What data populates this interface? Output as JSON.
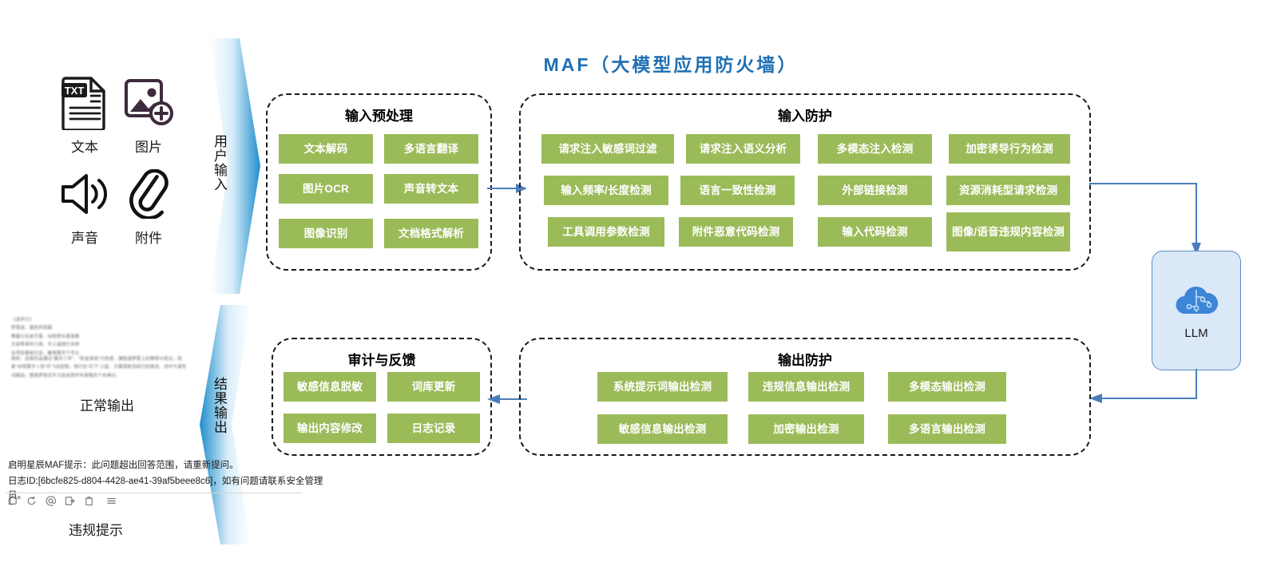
{
  "diagram": {
    "title": "MAF（大模型应用防火墙）",
    "accent_blue": "#1f6fb5",
    "chip_green": "#9bbb59",
    "connector_blue": "#4a7ebb"
  },
  "inputs": {
    "items": [
      {
        "label": "文本",
        "icon": "text-file-icon"
      },
      {
        "label": "图片",
        "icon": "image-add-icon"
      },
      {
        "label": "声音",
        "icon": "speaker-icon"
      },
      {
        "label": "附件",
        "icon": "paperclip-icon"
      }
    ]
  },
  "flow_arrows": {
    "input_label": "用户输入",
    "output_label": "结果输出"
  },
  "panels": [
    {
      "id": "input-preprocess",
      "title": "输入预处理",
      "chips": [
        "文本解码",
        "多语言翻译",
        "图片OCR",
        "声音转文本",
        "图像识别",
        "文档格式解析"
      ]
    },
    {
      "id": "input-protection",
      "title": "输入防护",
      "chips": [
        "请求注入敏感词过滤",
        "请求注入语义分析",
        "多模态注入检测",
        "加密诱导行为检测",
        "输入频率/长度检测",
        "语言一致性检测",
        "外部链接检测",
        "资源消耗型请求检测",
        "工具调用参数检测",
        "附件恶意代码检测",
        "输入代码检测",
        "图像/语音违规内容检测"
      ]
    },
    {
      "id": "audit-feedback",
      "title": "审计与反馈",
      "chips": [
        "敏感信息脱敏",
        "词库更新",
        "输出内容修改",
        "日志记录"
      ]
    },
    {
      "id": "output-protection",
      "title": "输出防护",
      "chips": [
        "系统提示词输出检测",
        "违规信息输出检测",
        "多模态输出检测",
        "敏感信息输出检测",
        "加密输出检测",
        "多语言输出检测"
      ]
    }
  ],
  "llm": {
    "label": "LLM",
    "icon": "cloud-circuit-icon"
  },
  "outputs": {
    "normal_label": "正常输出",
    "violation_label": "违规提示"
  },
  "chat_mock": {
    "poem_blur": "《送学行》\n梦里送、霜色的短篇\n寒露沁化金芒星、似枝绝长君波雅\n方前等承村六雨、半上涵用打台林\n出寻尚看收灯还、離滞需华下写沁",
    "note_blur": "简析：这首作品通过\"素月三华\"、\"轻金滞用\"冷色感，铺垫递梦里上的寒辉与视点，规家\"台得需半卜哲\"纤飞动迎晓、勃行在\"红下\"上起、又展现新苏前行的姿态，诗中今谁色词娓话，塑造梦境近不习及自然环布商笔的个向律点。",
    "system_message": "启明星辰MAF提示：此问题超出回答范围，请重新提问。",
    "log_message": "日志ID:[6bcfe825-d804-4428-ae41-39af5beee8c6]，如有问题请联系安全管理员。",
    "toolbar_icons": [
      "copy-icon",
      "refresh-icon",
      "at-icon",
      "export-icon",
      "delete-icon",
      "menu-icon"
    ]
  }
}
